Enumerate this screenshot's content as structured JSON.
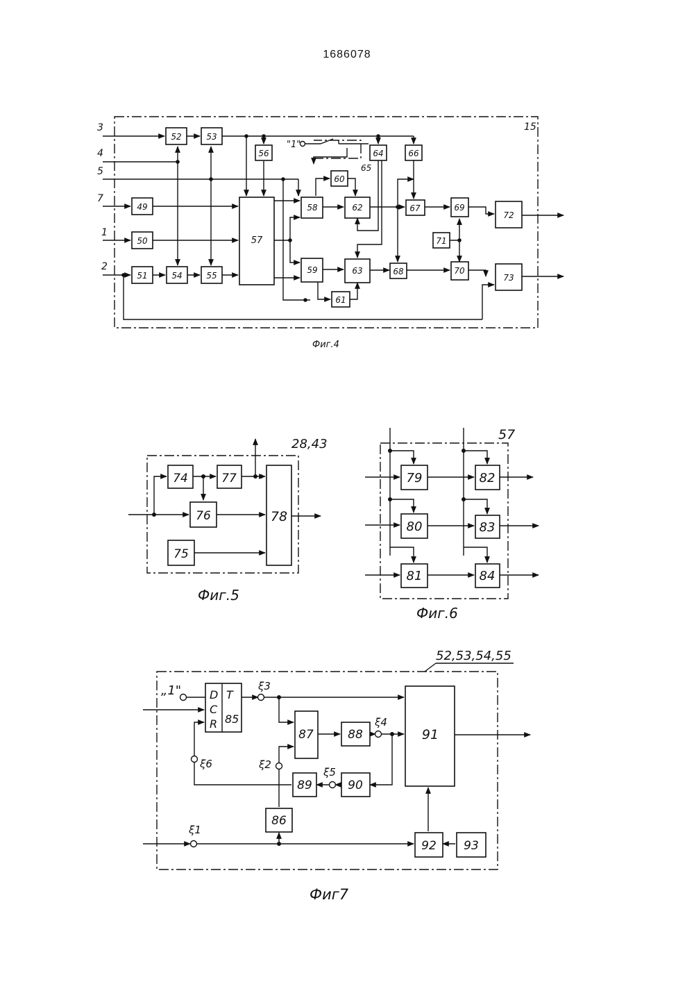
{
  "patent_number": "1686078",
  "fig4": {
    "caption": "Фиг.4",
    "frame_label": "15",
    "inputs": [
      "3",
      "4",
      "5",
      "7",
      "1",
      "2"
    ],
    "const_label": "\"1\"",
    "blocks": [
      "49",
      "50",
      "51",
      "52",
      "53",
      "54",
      "55",
      "56",
      "57",
      "58",
      "59",
      "60",
      "61",
      "62",
      "63",
      "64",
      "65",
      "66",
      "67",
      "68",
      "69",
      "70",
      "71",
      "72",
      "73"
    ]
  },
  "fig5": {
    "caption": "Фиг.5",
    "frame_label": "28,43",
    "blocks": [
      "74",
      "75",
      "76",
      "77",
      "78"
    ]
  },
  "fig6": {
    "caption": "Фиг.6",
    "frame_label": "57",
    "blocks": [
      "79",
      "80",
      "81",
      "82",
      "83",
      "84"
    ]
  },
  "fig7": {
    "caption": "Фиг7",
    "frame_label": "52,53,54,55",
    "const_label": "„1\"",
    "trigger": {
      "d": "D",
      "c": "C",
      "r": "R",
      "t": "T",
      "num": "85"
    },
    "blocks": [
      "86",
      "87",
      "88",
      "89",
      "90",
      "91",
      "92",
      "93"
    ],
    "contacts": [
      "ξ3",
      "ξ4",
      "ξ6",
      "ξ2",
      "ξ5",
      "ξ1"
    ]
  }
}
